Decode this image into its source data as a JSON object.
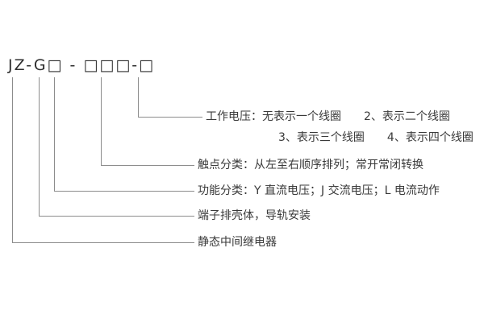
{
  "model": {
    "code": "JZ-G□ - □□□-□"
  },
  "labels": {
    "working_voltage_line1": "工作电压：无表示一个线圈　　2、表示二个线圈",
    "working_voltage_line2": "3、表示三个线圈　　4、表示四个线圈",
    "contact_classification": "触点分类：从左至右顺序排列；常开常闭转换",
    "function_classification": "功能分类：Y 直流电压；J 交流电压；L 电流动作",
    "terminal_housing": "端子排壳体，导轨安装",
    "relay_type": "静态中间继电器"
  },
  "colors": {
    "background": "#ffffff",
    "text": "#3a3a3a",
    "line": "#8c8c8c"
  }
}
